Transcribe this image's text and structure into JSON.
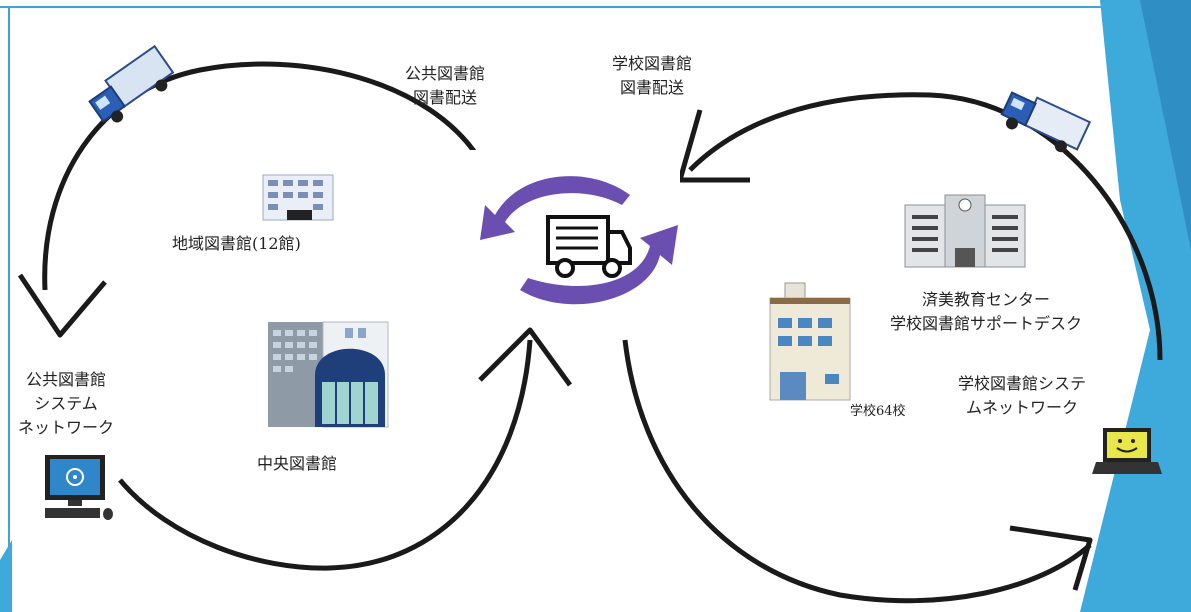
{
  "colors": {
    "frame": "#3aa6d8",
    "accent_blue": "#2b8fc9",
    "arrow_purple": "#6a4fb0",
    "cycle_stroke": "#1a1a1a"
  },
  "labels": {
    "public_delivery": [
      "公共図書館",
      "図書配送"
    ],
    "school_delivery": [
      "学校図書館",
      "図書配送"
    ],
    "regional_libraries": "地域図書館(12館)",
    "central_library": "中央図書館",
    "public_network": [
      "公共図書館",
      "システム",
      "ネットワーク"
    ],
    "education_center": [
      "済美教育センター",
      "学校図書館サポートデスク"
    ],
    "schools": "学校64校",
    "school_network": [
      "学校図書館システ",
      "ムネットワーク"
    ]
  },
  "icons": {
    "truck_left": "delivery-truck-icon",
    "truck_right": "delivery-truck-icon",
    "center_exchange": "truck-exchange-icon",
    "regional": "library-building-icon",
    "central": "library-building-icon",
    "public_pc": "desktop-computer-icon",
    "education_center": "office-building-icon",
    "schools": "school-building-icon",
    "laptop": "laptop-icon"
  }
}
